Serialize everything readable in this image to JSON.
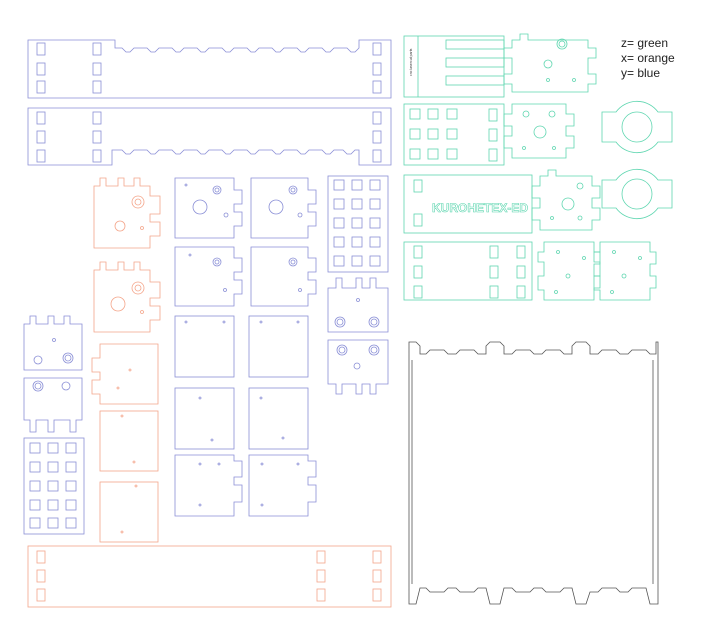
{
  "legend": {
    "z": "z= green",
    "x": "x= orange",
    "y": "y= blue"
  },
  "engraving": {
    "logo_text": "KUROHETEX-ED",
    "small_text": "cnc lasercut parts"
  },
  "colors": {
    "green": "#5fd6b0",
    "orange": "#f4a58a",
    "blue": "#8a8fd6"
  }
}
